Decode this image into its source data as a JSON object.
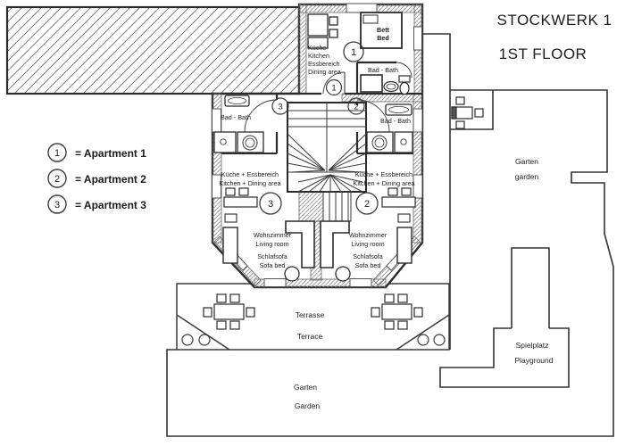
{
  "title": {
    "line1": "STOCKWERK 1",
    "line2": "1ST FLOOR"
  },
  "legend": {
    "items": [
      {
        "number": "1",
        "label": "= Apartment 1"
      },
      {
        "number": "2",
        "label": "= Apartment 2"
      },
      {
        "number": "3",
        "label": "= Apartment 3"
      }
    ]
  },
  "apartments": {
    "apt1": {
      "number": "1",
      "entry_number": "1",
      "kitchen": {
        "line1": "Küche",
        "line2": "Kitchen",
        "line3": "Essbereich",
        "line4": "Dining area"
      },
      "bed": {
        "line1": "Bett",
        "line2": "Bed"
      },
      "bath": "Bad - Bath"
    },
    "apt2": {
      "number": "2",
      "corridor_number": "2",
      "bath": "Bad - Bath",
      "kitchen": {
        "line1": "Küche + Essbereich",
        "line2": "Kitchen + Dining area"
      },
      "living": {
        "line1": "Wohnzimmer",
        "line2": "Living room"
      },
      "sofa": {
        "line1": "Schlafsofa",
        "line2": "Sofa bed"
      }
    },
    "apt3": {
      "number": "3",
      "corridor_number": "3",
      "bath": "Bad - Bath",
      "kitchen": {
        "line1": "Küche + Essbereich",
        "line2": "Kitchen + Dining area"
      },
      "living": {
        "line1": "Wohnzimmer",
        "line2": "Living room"
      },
      "sofa": {
        "line1": "Schlafsofa",
        "line2": "Sofa bed"
      }
    }
  },
  "outdoor": {
    "terrace": {
      "line1": "Terrasse",
      "line2": "Terrace"
    },
    "garden_bottom": {
      "line1": "Garten",
      "line2": "Garden"
    },
    "garden_right": {
      "line1": "Garten",
      "line2": "garden"
    },
    "playground": {
      "line1": "Spielplatz",
      "line2": "Playground"
    }
  },
  "colors": {
    "wall": "#2b2b2b",
    "hatch": "#8a8a8a",
    "background": "#ffffff"
  }
}
